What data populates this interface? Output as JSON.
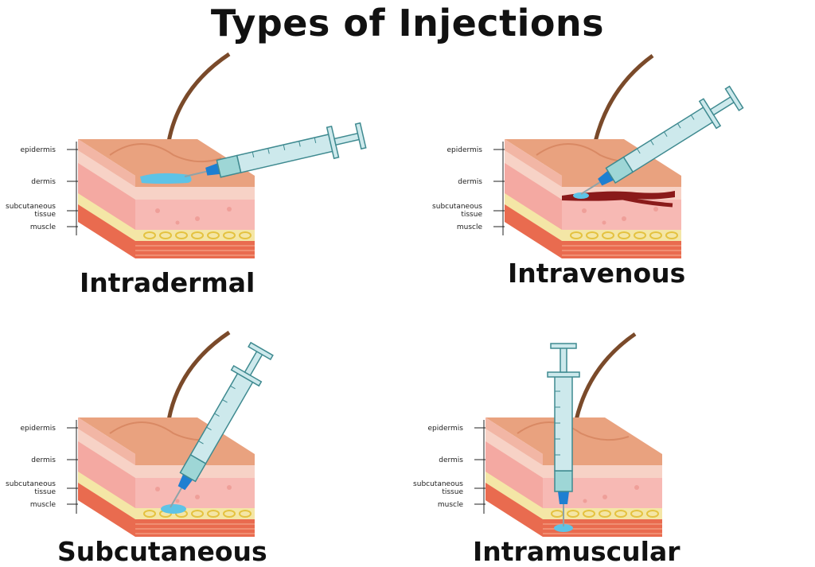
{
  "title": "Types of Injections",
  "layer_labels": {
    "epidermis": "epidermis",
    "dermis": "dermis",
    "subcutaneous_line1": "subcutaneous",
    "subcutaneous_line2": "tissue",
    "muscle": "muscle"
  },
  "panels": [
    {
      "id": "intradermal",
      "title": "Intradermal"
    },
    {
      "id": "intravenous",
      "title": "Intravenous"
    },
    {
      "id": "subcutaneous",
      "title": "Subcutaneous"
    },
    {
      "id": "intramuscular",
      "title": "Intramuscular"
    }
  ],
  "colors": {
    "skin_top": "#e9a27f",
    "epidermis": "#f2c2b0",
    "dermis": "#f7b9b4",
    "fat": "#f4e6a6",
    "muscle": "#e96b4f",
    "syringe_barrel": "#cde9ec",
    "syringe_fluid": "#9ed6d6",
    "needle_hub": "#1e7fd1",
    "injected_fluid": "#5ec3e6",
    "vein": "#8a1a1a",
    "hair": "#7a4a2a"
  }
}
